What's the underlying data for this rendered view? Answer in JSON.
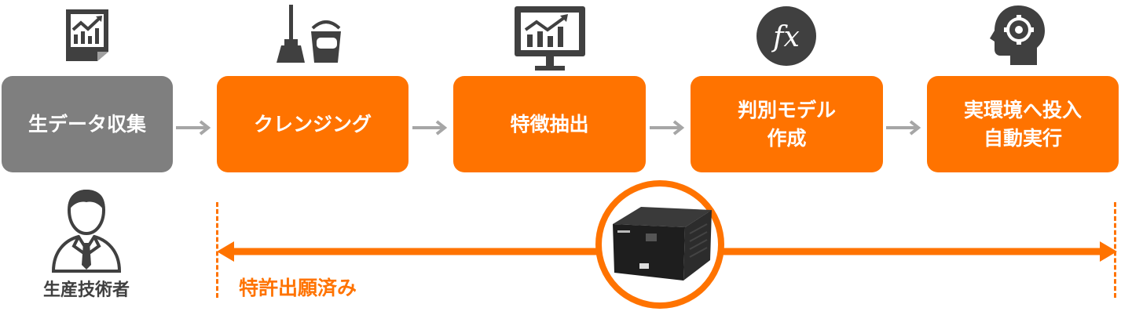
{
  "steps": [
    {
      "label": "生データ収集",
      "icon": "chart-document-icon",
      "color": "#7f7f7f"
    },
    {
      "label": "クレンジング",
      "icon": "broom-bucket-icon",
      "color": "#ff7300"
    },
    {
      "label": "特徴抽出",
      "icon": "chart-monitor-icon",
      "color": "#ff7300"
    },
    {
      "label": "判別モデル\n作成",
      "icon": "function-fx-icon",
      "color": "#ff7300"
    },
    {
      "label": "実環境へ投入\n自動実行",
      "icon": "head-gear-icon",
      "color": "#ff7300"
    }
  ],
  "engineer": {
    "label": "生産技術者",
    "icon": "engineer-person-icon"
  },
  "patent": {
    "label": "特許出願済み"
  },
  "device": {
    "icon": "hardware-box-icon"
  },
  "colors": {
    "accent": "#ff7300",
    "gray": "#7f7f7f",
    "icon": "#404040",
    "arrow": "#a6a6a6"
  }
}
